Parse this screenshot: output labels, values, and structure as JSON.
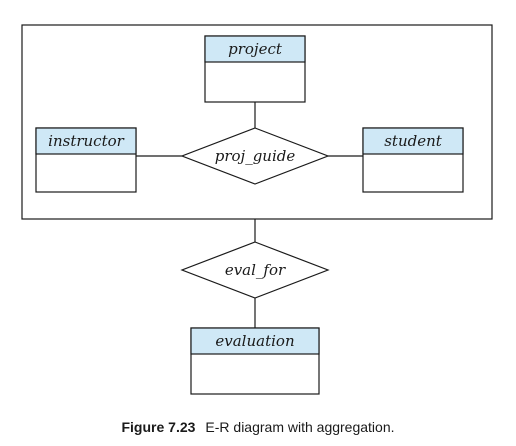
{
  "diagram": {
    "aggregation_box": "aggregation",
    "entities": {
      "project": "project",
      "instructor": "instructor",
      "student": "student",
      "evaluation": "evaluation"
    },
    "relationships": {
      "proj_guide": "proj_guide",
      "eval_for": "eval_for"
    }
  },
  "caption": {
    "number": "Figure 7.23",
    "text": "E-R diagram with aggregation."
  },
  "colors": {
    "entity_header": "#cfe8f6",
    "stroke": "#1a1a1a"
  }
}
